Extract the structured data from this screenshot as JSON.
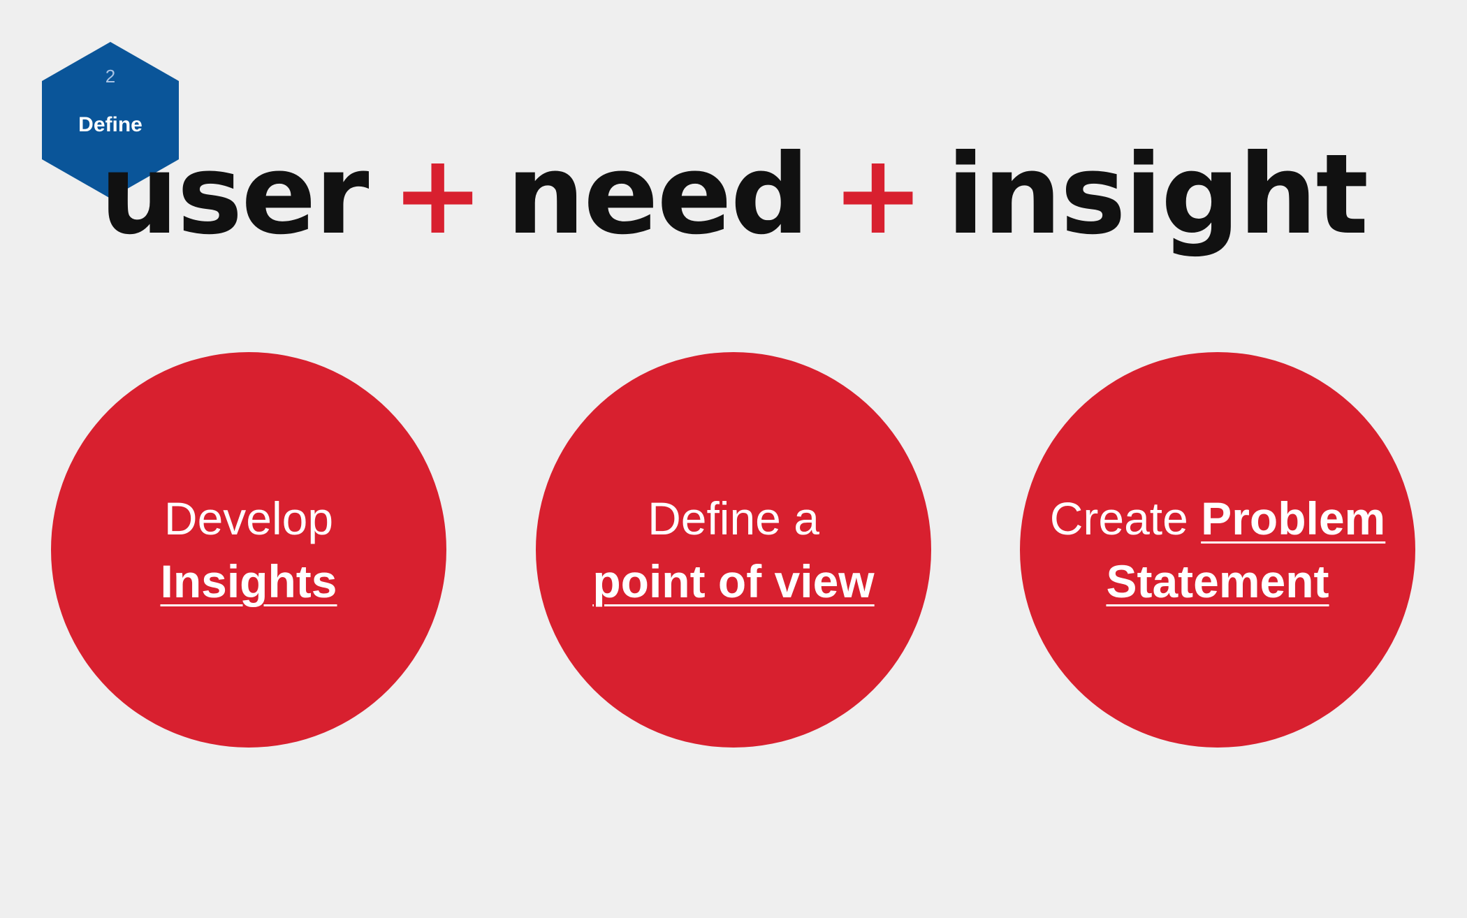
{
  "badge": {
    "step": "2",
    "label": "Define",
    "color": "#0a5599"
  },
  "headline": {
    "word1": "user",
    "plus1": "+",
    "word2": "need",
    "plus2": "+",
    "word3": "insight",
    "plus_color": "#d8202f"
  },
  "circles": [
    {
      "line1": "Develop",
      "line2": "Insights"
    },
    {
      "line1": "Define a",
      "line2": "point of view"
    },
    {
      "line1_light": "Create ",
      "line1_bold": "Problem",
      "line2": "Statement"
    }
  ],
  "colors": {
    "background": "#efefef",
    "circle": "#d8202f",
    "text_dark": "#111111"
  }
}
